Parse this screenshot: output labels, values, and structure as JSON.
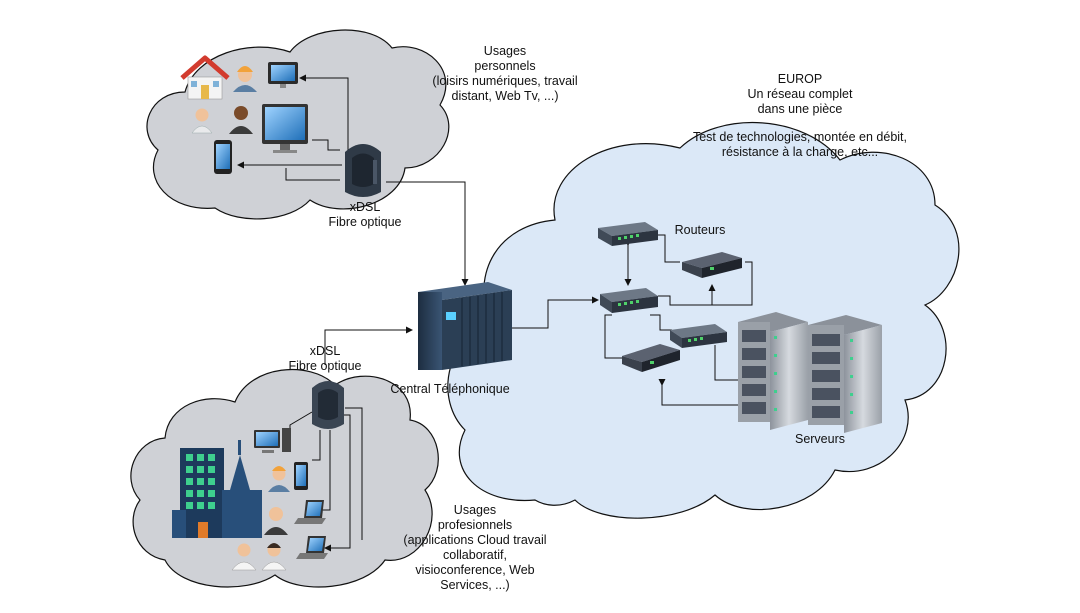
{
  "diagram": {
    "labels": {
      "home_usage": [
        "Usages",
        "personnels",
        "(loisirs numériques, travail",
        "distant, Web Tv, ...)"
      ],
      "home_link": [
        "xDSL",
        "Fibre optique"
      ],
      "office_link": [
        "xDSL",
        "Fibre optique"
      ],
      "central": "Central Téléphonique",
      "europ": [
        "EUROP",
        "Un réseau complet",
        "dans une pièce"
      ],
      "tests": [
        "Test de technologies, montée en débit,",
        "résistance à la charge, etc..."
      ],
      "routers": "Routeurs",
      "servers": "Serveurs",
      "pro_usage": [
        "Usages",
        "profesionnels",
        "(applications Cloud travail",
        "collaboratif,",
        "visioconference, Web",
        "Services, ...)"
      ]
    },
    "colors": {
      "cloud_gray": "#cfd1d6",
      "cloud_blue": "#dbe8f7",
      "modem": "#2f3a47",
      "building": "#1d3a5c",
      "window_green": "#3ecf8e",
      "rack": "#2b3f55",
      "server": "#b9bec6"
    },
    "icons": [
      "house-icon",
      "worker-icon",
      "monitor-icon",
      "user-icon",
      "businessman-icon",
      "phone-icon",
      "modem-icon",
      "central-rack-icon",
      "router-icon",
      "server-icon",
      "building-icon",
      "laptop-icon",
      "doctor-icon"
    ]
  }
}
